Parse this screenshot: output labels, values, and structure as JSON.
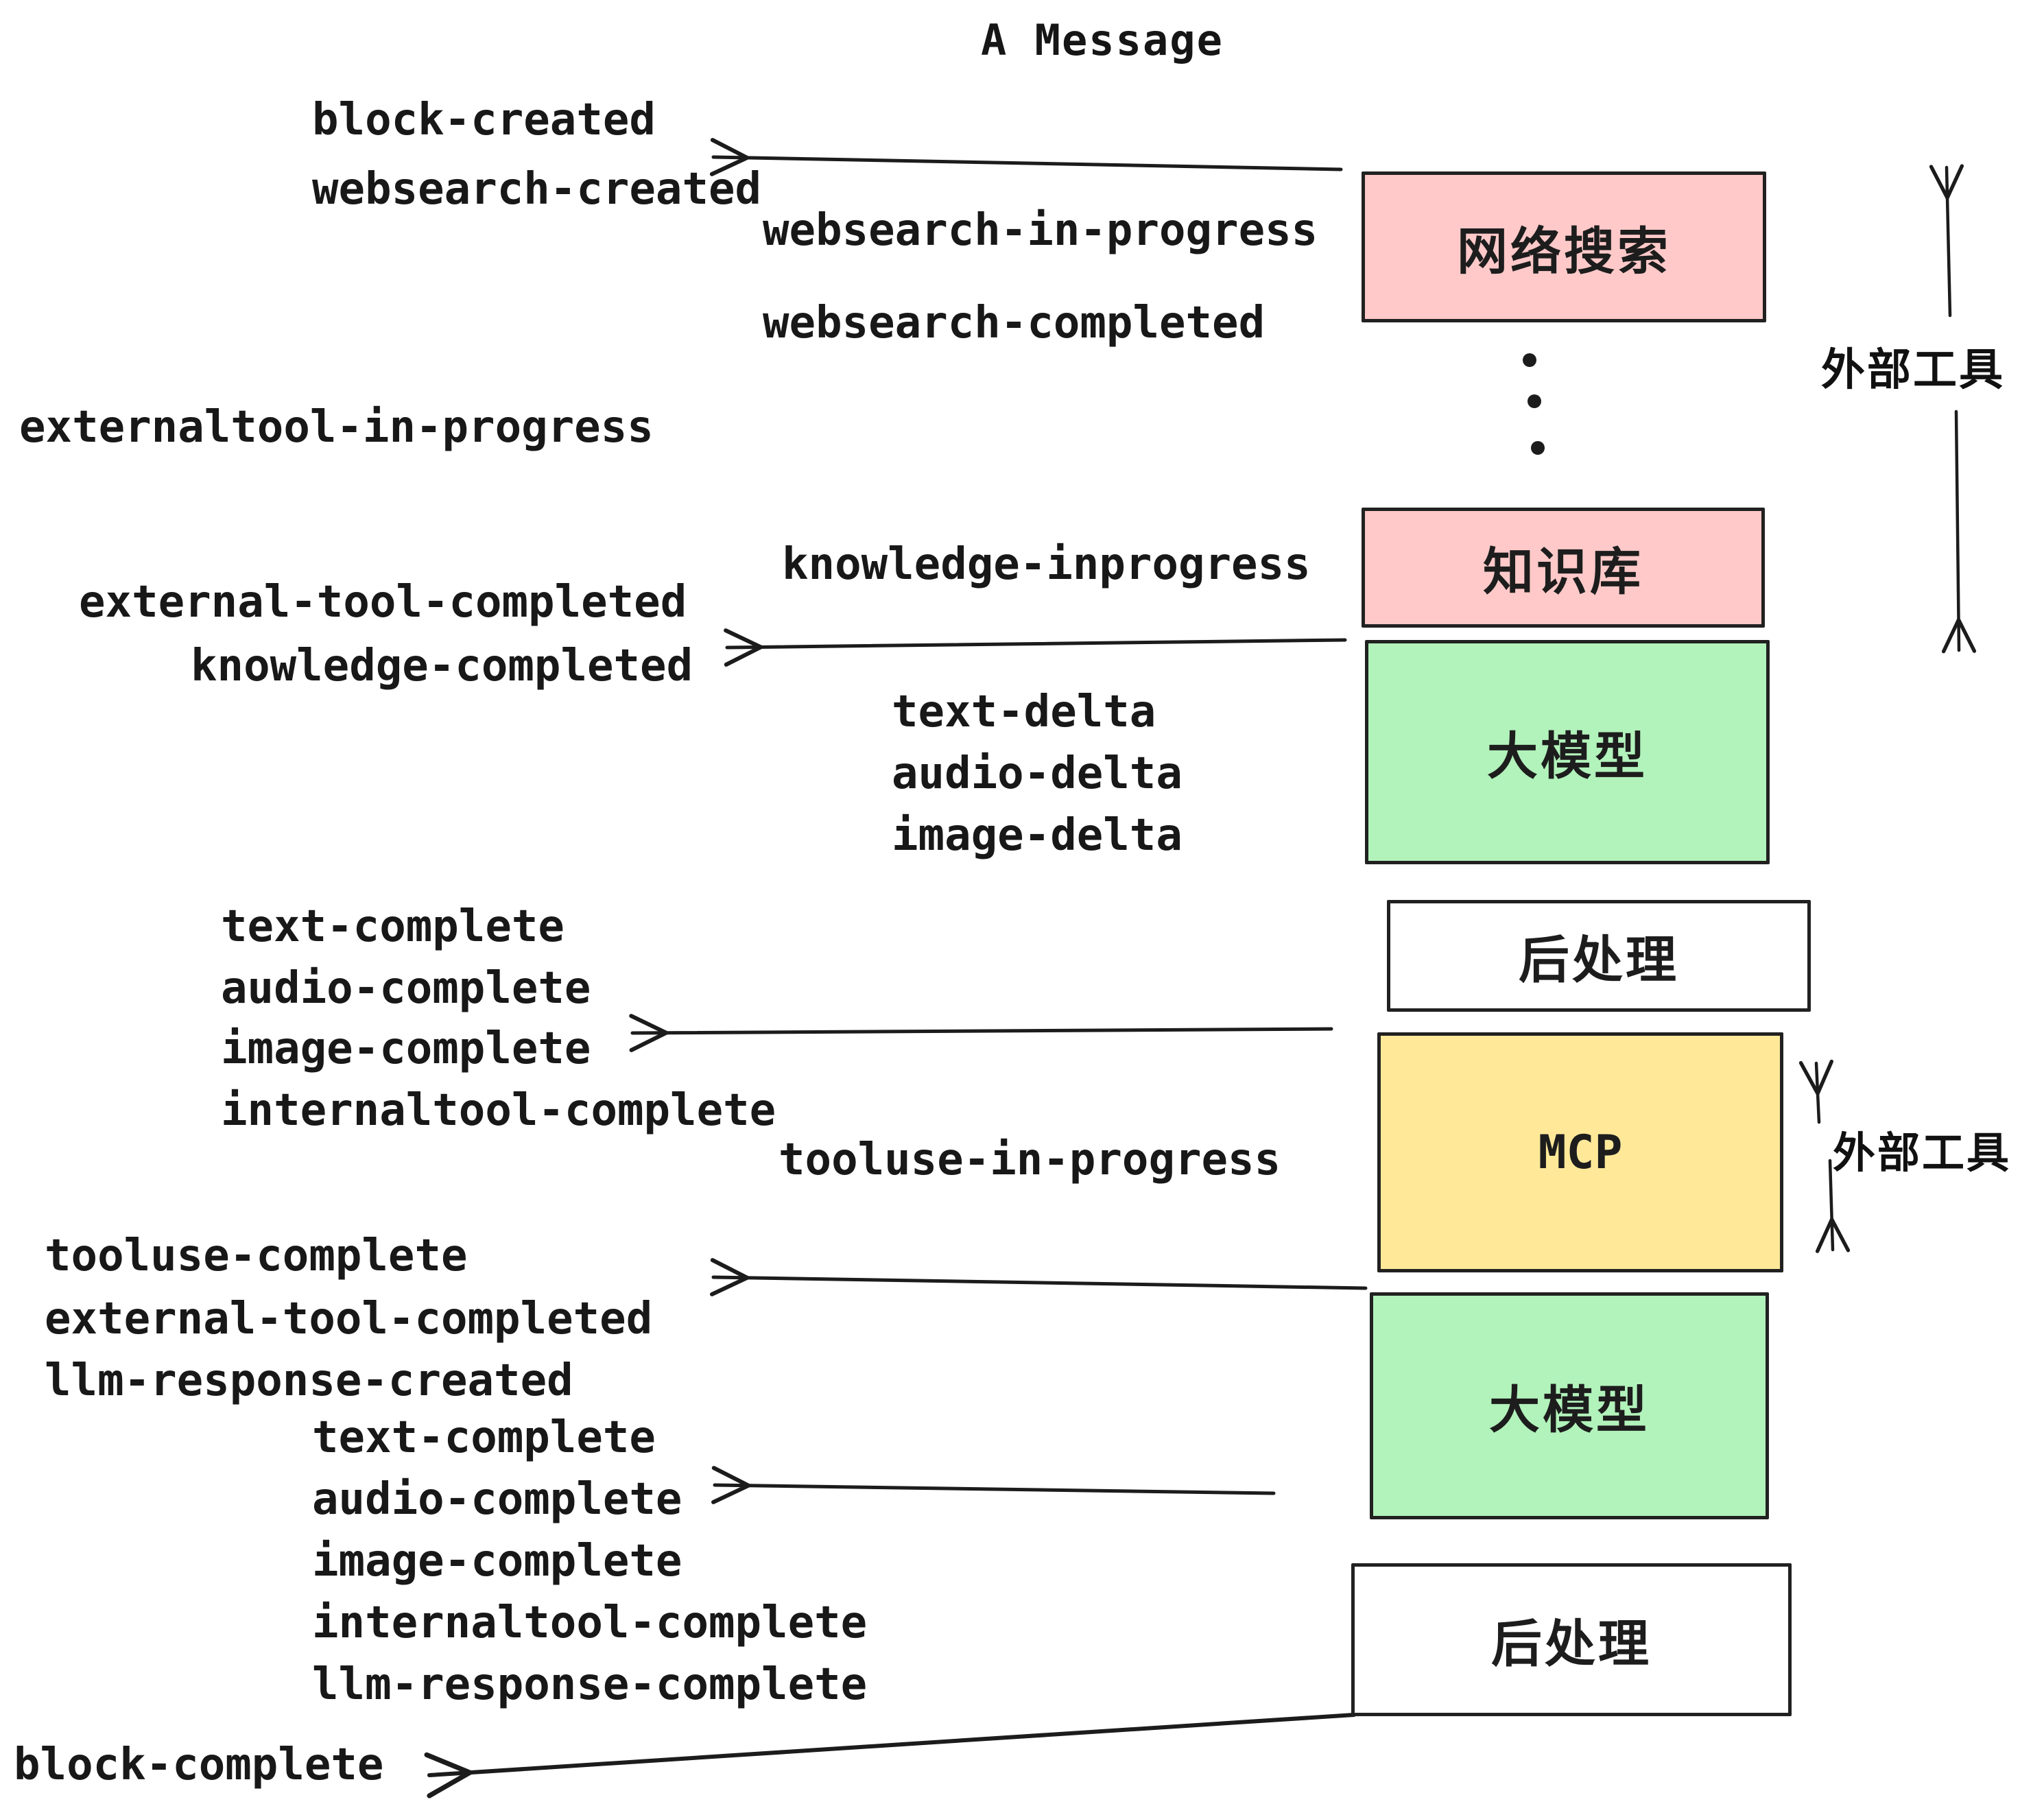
{
  "title": "A Message",
  "colors": {
    "pink": "#ffc9c9",
    "green": "#b2f2bb",
    "yellow": "#ffe999",
    "white": "#ffffff",
    "ink": "#1c1c1c"
  },
  "boxes": [
    {
      "id": "websearch",
      "label": "网络搜索",
      "color": "pink"
    },
    {
      "id": "knowledge",
      "label": "知识库",
      "color": "pink"
    },
    {
      "id": "llm-1",
      "label": "大模型",
      "color": "green"
    },
    {
      "id": "post-1",
      "label": "后处理",
      "color": "white"
    },
    {
      "id": "mcp",
      "label": "MCP",
      "color": "yellow"
    },
    {
      "id": "llm-2",
      "label": "大模型",
      "color": "green"
    },
    {
      "id": "post-2",
      "label": "后处理",
      "color": "white"
    }
  ],
  "side_labels": [
    {
      "text": "外部工具"
    },
    {
      "text": "外部工具"
    }
  ],
  "ellipsis": {
    "count": 3
  },
  "events": [
    {
      "text": "block-created"
    },
    {
      "text": "websearch-created"
    },
    {
      "text": "websearch-in-progress"
    },
    {
      "text": "websearch-completed"
    },
    {
      "text": "externaltool-in-progress"
    },
    {
      "text": "knowledge-inprogress"
    },
    {
      "text": "external-tool-completed"
    },
    {
      "text": "knowledge-completed"
    },
    {
      "text": "text-delta"
    },
    {
      "text": "audio-delta"
    },
    {
      "text": "image-delta"
    },
    {
      "text": "text-complete"
    },
    {
      "text": "audio-complete"
    },
    {
      "text": "image-complete"
    },
    {
      "text": "internaltool-complete"
    },
    {
      "text": "tooluse-in-progress"
    },
    {
      "text": "tooluse-complete"
    },
    {
      "text": "external-tool-completed"
    },
    {
      "text": "llm-response-created"
    },
    {
      "text": "text-complete"
    },
    {
      "text": "audio-complete"
    },
    {
      "text": "image-complete"
    },
    {
      "text": "internaltool-complete"
    },
    {
      "text": "llm-response-complete"
    },
    {
      "text": "block-complete"
    }
  ]
}
